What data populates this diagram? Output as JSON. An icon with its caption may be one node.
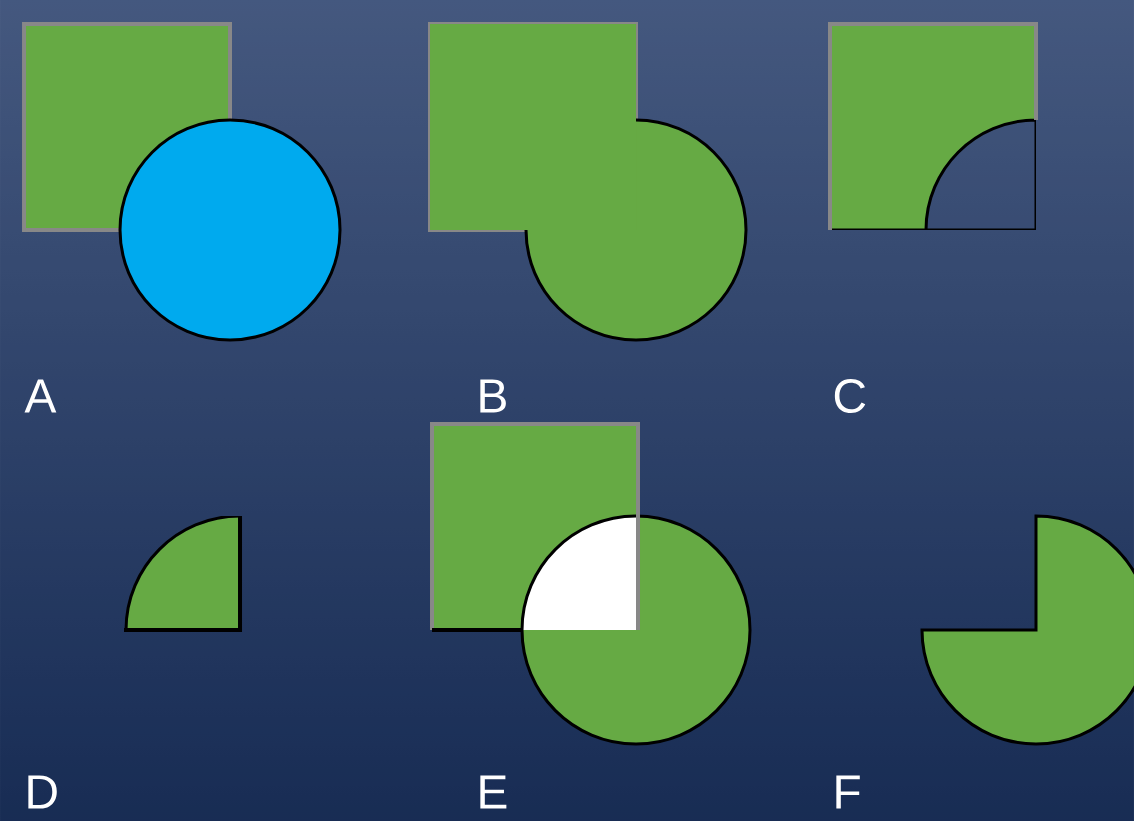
{
  "diagram": {
    "labels": [
      "A",
      "B",
      "C",
      "D",
      "E",
      "F"
    ]
  }
}
